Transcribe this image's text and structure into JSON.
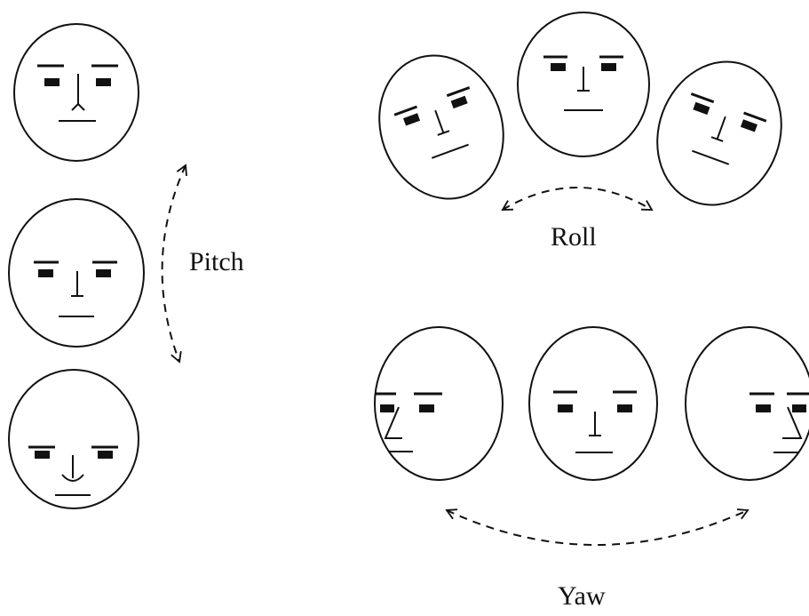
{
  "labels": {
    "pitch": "Pitch",
    "roll": "Roll",
    "yaw": "Yaw"
  },
  "colors": {
    "stroke": "#111111",
    "background": "#ffffff"
  }
}
